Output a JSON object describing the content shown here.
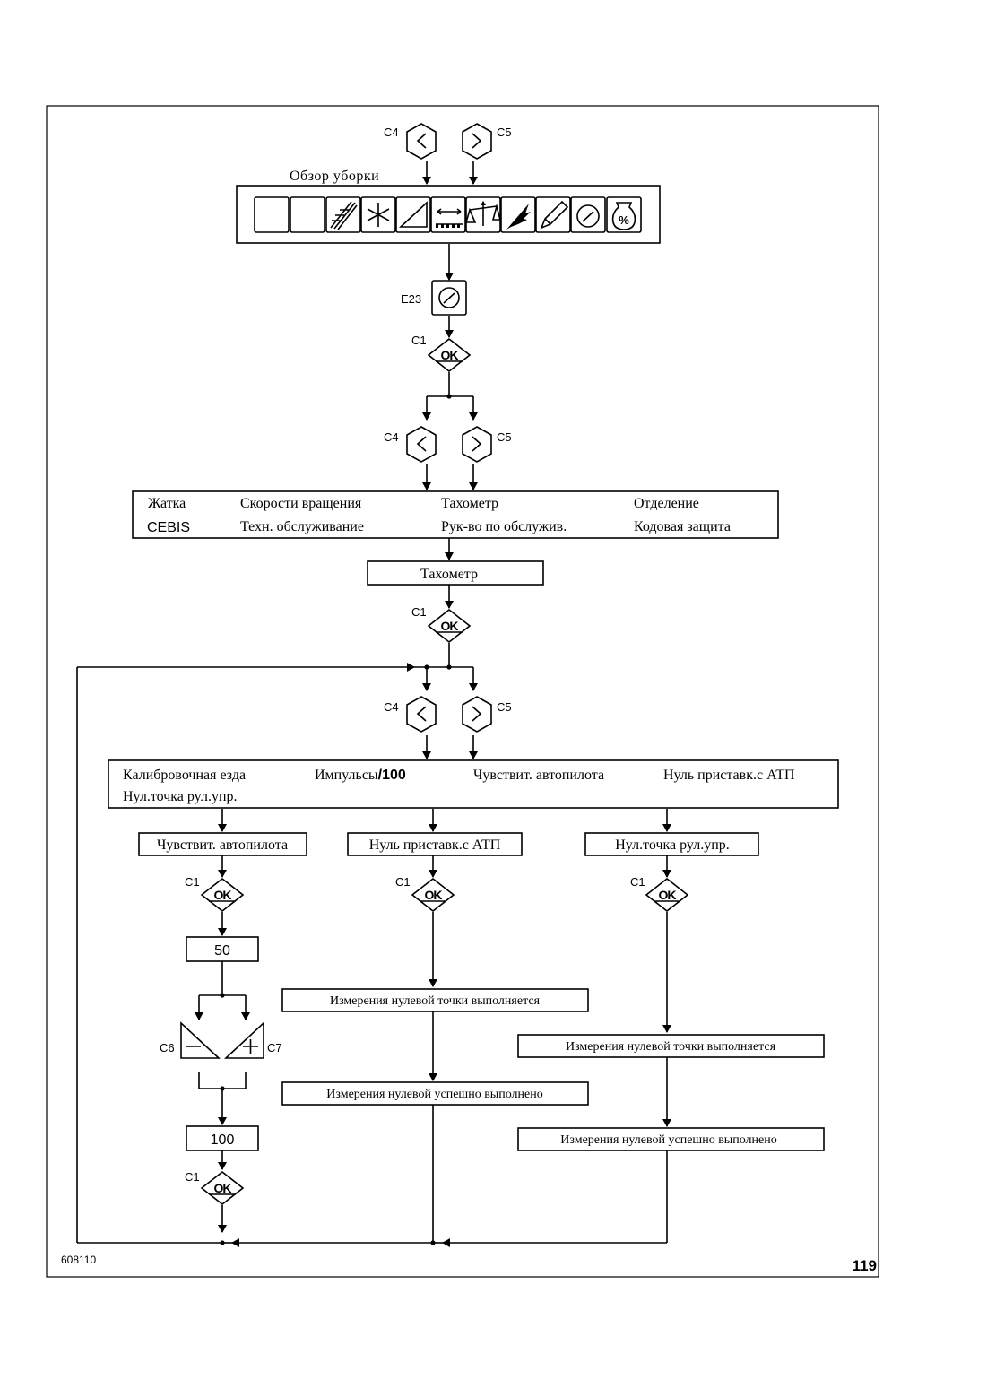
{
  "labels": {
    "c4": "C4",
    "c5": "C5",
    "c1": "C1",
    "c6": "C6",
    "c7": "C7",
    "e23": "E23",
    "ok": "OK"
  },
  "overview": {
    "title": "Обзор уборки",
    "icons": [
      "empty-slot",
      "empty-slot",
      "header-stripes-icon",
      "asterisk-icon",
      "slope-icon",
      "width-measure-icon",
      "scales-icon",
      "grain-ear-icon",
      "pencil-icon",
      "tachometer-icon",
      "percent-bag-icon"
    ]
  },
  "menu1": {
    "row1": [
      "Жатка",
      "Скорости вращения",
      "Тахометр",
      "Отделение"
    ],
    "row2": [
      "CEBIS",
      "Техн. обслуживание",
      "Рук-во по обслужив.",
      "Кодовая защита"
    ]
  },
  "selected1": "Тахометр",
  "menu2": {
    "row1": [
      "Калибровочная езда",
      "Импульсы",
      "/100",
      "Чувствит. автопилота",
      "Нуль приставк.с АТП"
    ],
    "row2": [
      "Нул.точка рул.упр."
    ]
  },
  "branches": {
    "left": {
      "title": "Чувствит. автопилота",
      "value_before": "50",
      "value_after": "100"
    },
    "middle": {
      "title": "Нуль приставк.с АТП",
      "status1": "Измерения нулевой точки выполняется",
      "status2": "Измерения нулевой успешно выполнено"
    },
    "right": {
      "title": "Нул.точка рул.упр.",
      "status1": "Измерения нулевой точки выполняется",
      "status2": "Измерения нулевой успешно выполнено"
    }
  },
  "footer": {
    "figure_id": "608110",
    "page_number": "119"
  }
}
